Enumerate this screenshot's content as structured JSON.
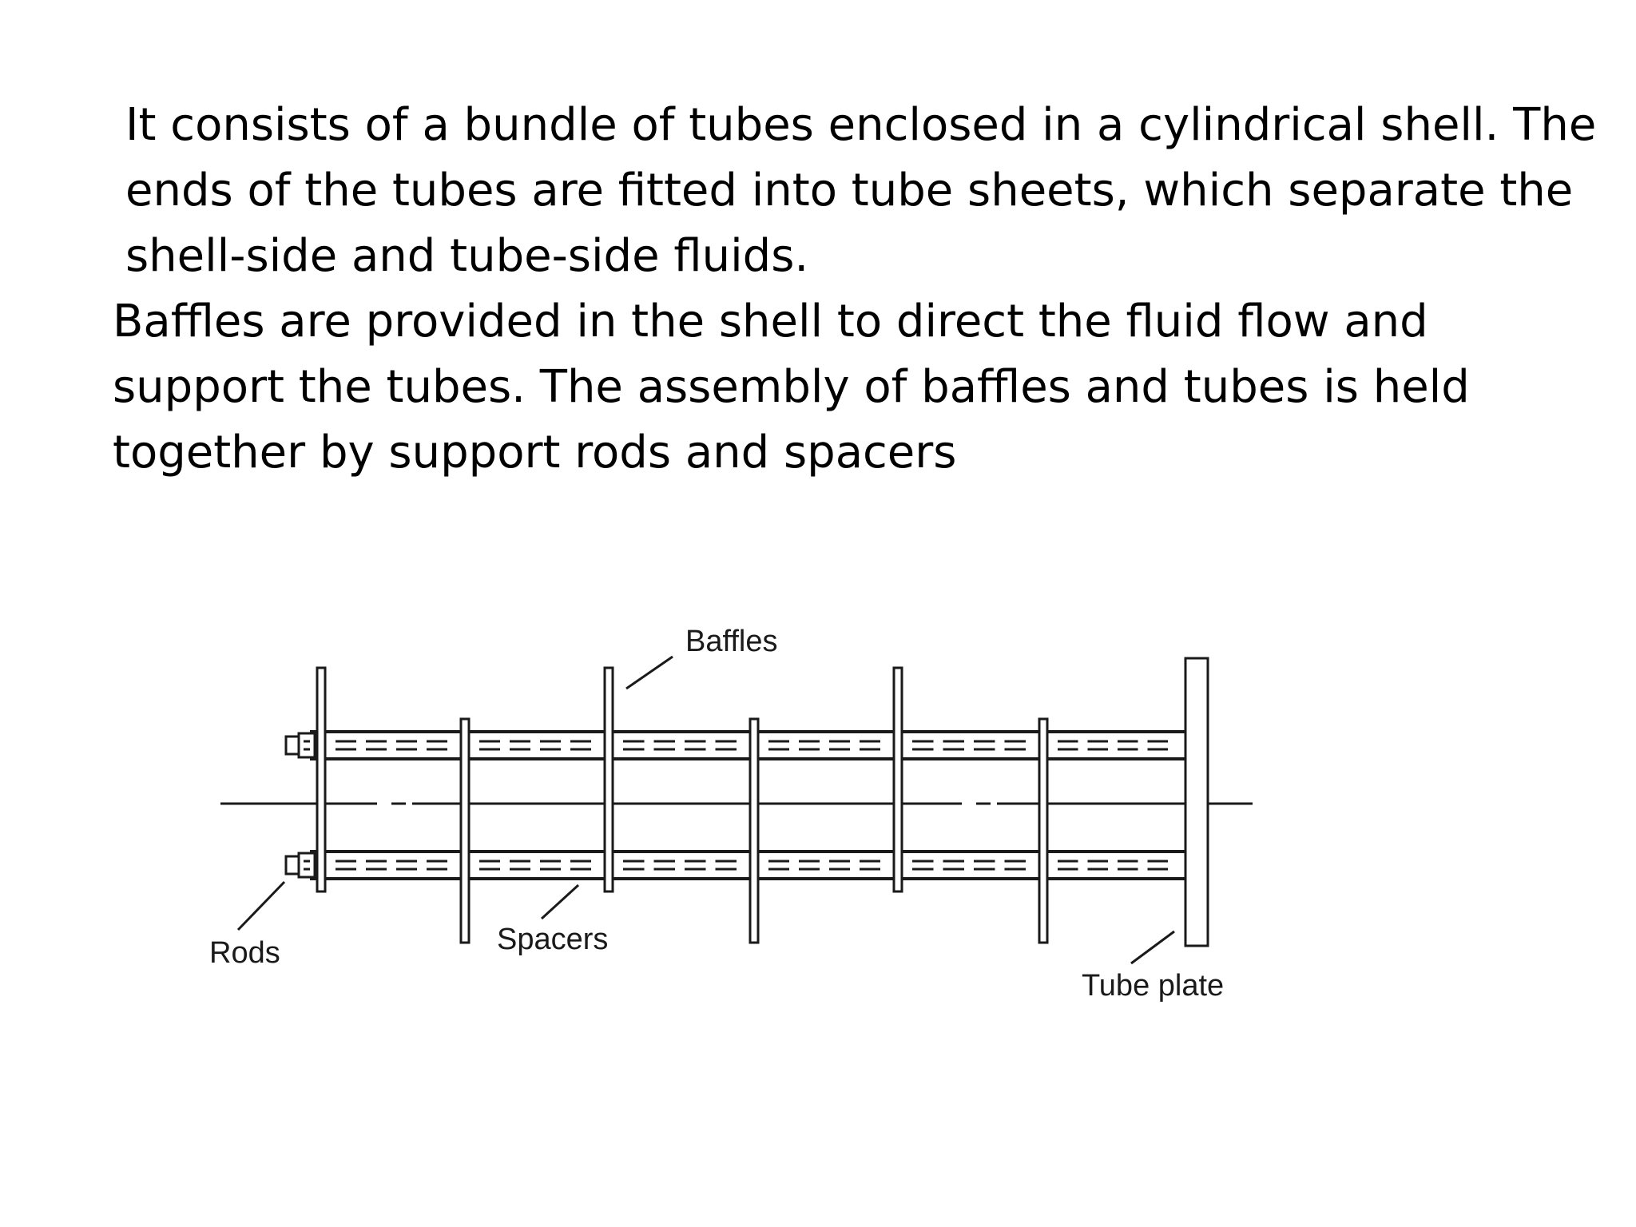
{
  "slide": {
    "paragraphs": [
      "It consists of a bundle of tubes enclosed in a cylindrical shell. The ends of the tubes are fitted into tube sheets, which separate the shell-side and tube-side fluids.",
      "Baffles are provided in the shell to direct the fluid flow and support the tubes. The assembly of baffles and tubes is held together by support rods and spacers"
    ]
  },
  "diagram": {
    "labels": {
      "baffles": "Baffles",
      "rods": "Rods",
      "spacers": "Spacers",
      "tube_plate": "Tube plate"
    },
    "colors": {
      "line": "#1a1a1a",
      "text": "#1a1a1a",
      "background": "#ffffff"
    }
  }
}
